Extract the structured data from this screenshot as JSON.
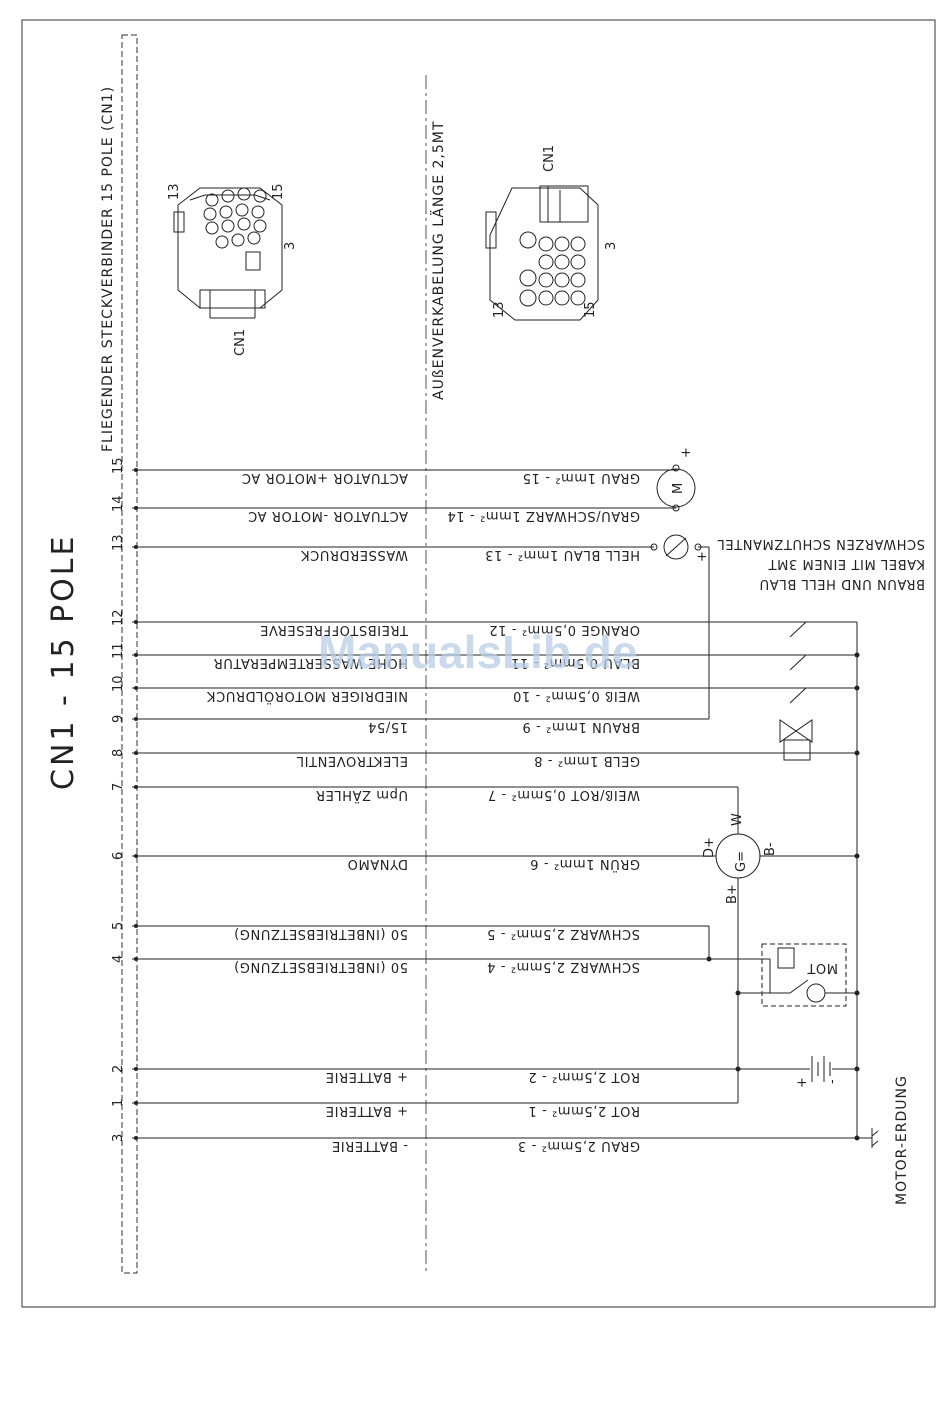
{
  "diagram": {
    "title": "CN1 - 15 POLE",
    "connector_label": "FLIEGENDER STECKVERBINDER 15 POLE (CN1)",
    "external_wiring_label": "AUßENVERKABELUNG LÄNGE 2,5MT",
    "cn1_label_left": "CN1",
    "cn1_label_right": "CN1",
    "pin_labels_left": [
      "13",
      "15",
      "3"
    ],
    "pin_labels_right": [
      "3",
      "13",
      "15"
    ],
    "cable_note": [
      "BRAUN UND HELL BLAU",
      "KABEL MIT EINEM 3MT",
      "SCHWARZEN SCHUTZMANTEL"
    ],
    "ground_label": "MOTOR-ERDUNG",
    "watermark": "ManualsLib.de",
    "motor_symbol": "M",
    "generator_symbol": "G=",
    "mot_label": "MOT",
    "terminals": {
      "d_plus": "D+",
      "w": "W",
      "b_minus": "B-",
      "b_plus": "B+"
    },
    "plus_sign": "+",
    "minus_sign": "-"
  },
  "pins": [
    {
      "pin": "15",
      "function": "ACTUATOR +MOTOR AC",
      "wire": "GRAU 1mm² - 15"
    },
    {
      "pin": "14",
      "function": "ACTUATOR -MOTOR AC",
      "wire": "GRAU/SCHWARZ 1mm² - 14"
    },
    {
      "pin": "13",
      "function": "WASSERDRUCK",
      "wire": "HELL BLAU 1mm² - 13"
    },
    {
      "pin": "12",
      "function": "TREIBSTOFFRESERVE",
      "wire": "ORANGE 0,5mm² - 12"
    },
    {
      "pin": "11",
      "function": "HOHE WASSERTEMPERATUR",
      "wire": "BLAU 0,5mm² - 11"
    },
    {
      "pin": "10",
      "function": "NIEDRIGER MOTORÖLDRUCK",
      "wire": "WEIß 0,5mm² - 10"
    },
    {
      "pin": "9",
      "function": "15/54",
      "wire": "BRAUN 1mm² - 9"
    },
    {
      "pin": "8",
      "function": "ELEKTROVENTIL",
      "wire": "GELB 1mm² - 8"
    },
    {
      "pin": "7",
      "function": "Upm ZÄHLER",
      "wire": "WEIß/ROT 0,5mm² - 7"
    },
    {
      "pin": "6",
      "function": "DYNAMO",
      "wire": "GRÜN 1mm² - 6"
    },
    {
      "pin": "5",
      "function": "50 (INBETRIEBSETZUNG)",
      "wire": "SCHWARZ 2,5mm² - 5"
    },
    {
      "pin": "4",
      "function": "50 (INBETRIEBSETZUNG)",
      "wire": "SCHWARZ 2,5mm² - 4"
    },
    {
      "pin": "2",
      "function": "+ BATTERIE",
      "wire": "ROT 2,5mm² - 2"
    },
    {
      "pin": "1",
      "function": "+ BATTERIE",
      "wire": "ROT 2,5mm² - 1"
    },
    {
      "pin": "3",
      "function": "- BATTERIE",
      "wire": "GRAU 2,5mm² - 3"
    }
  ]
}
